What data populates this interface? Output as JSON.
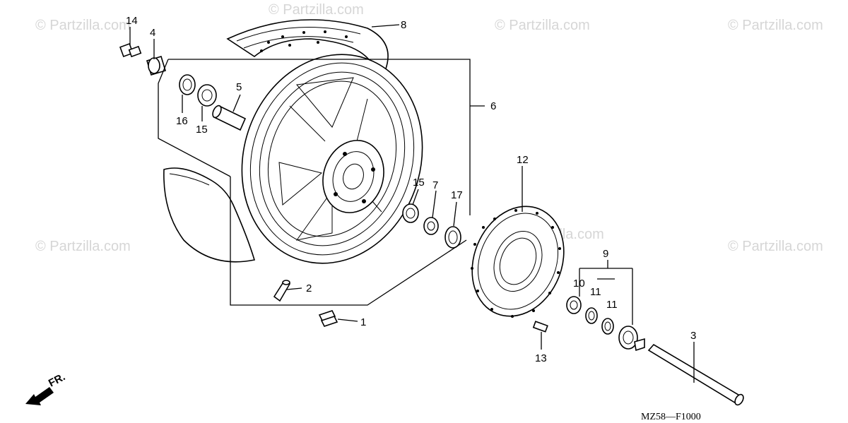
{
  "watermark": "© Partzilla.com",
  "diagram_code": "MZ58—F1000",
  "direction_label": "FR.",
  "callouts": {
    "c1": "1",
    "c2": "2",
    "c3": "3",
    "c4": "4",
    "c5": "5",
    "c6": "6",
    "c7": "7",
    "c8": "8",
    "c9": "9",
    "c10": "10",
    "c11a": "11",
    "c11b": "11",
    "c12": "12",
    "c13": "13",
    "c14": "14",
    "c15a": "15",
    "c15b": "15",
    "c16": "16",
    "c17": "17"
  }
}
